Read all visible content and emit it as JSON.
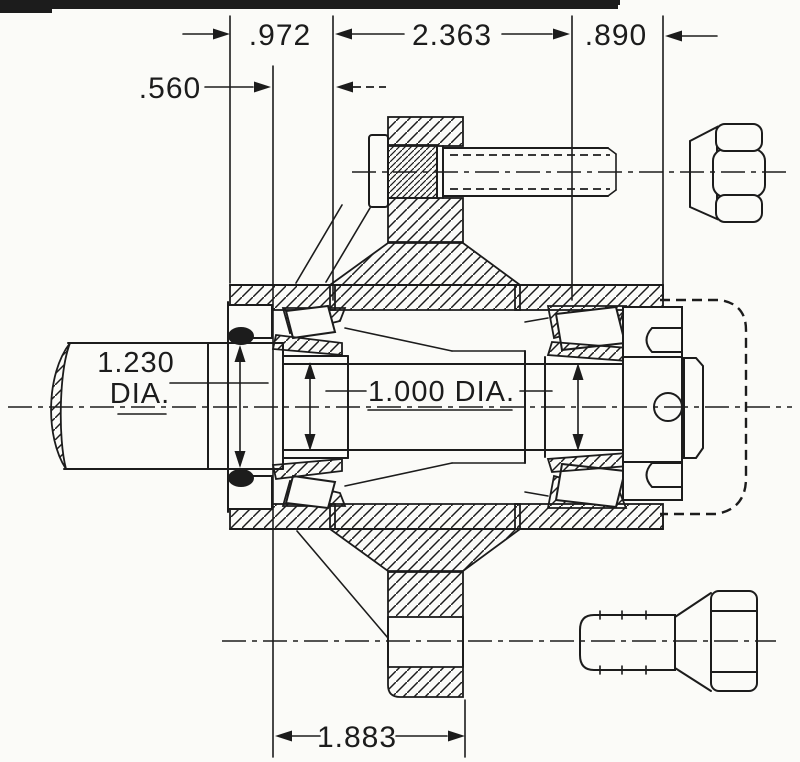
{
  "drawing": {
    "type": "engineering-cross-section",
    "labels": {
      "dim_top_1": ".972",
      "dim_top_2": "2.363",
      "dim_top_3": ".890",
      "dim_left": ".560",
      "dia_shaft_line1": "1.230",
      "dia_shaft_line2": "DIA.",
      "dia_spindle": "1.000  DIA.",
      "dim_bottom": "1.883"
    },
    "colors": {
      "ink": "#1c1c1c",
      "paper": "#fbfbf8",
      "scan_bar": "#0d0d0d"
    }
  }
}
